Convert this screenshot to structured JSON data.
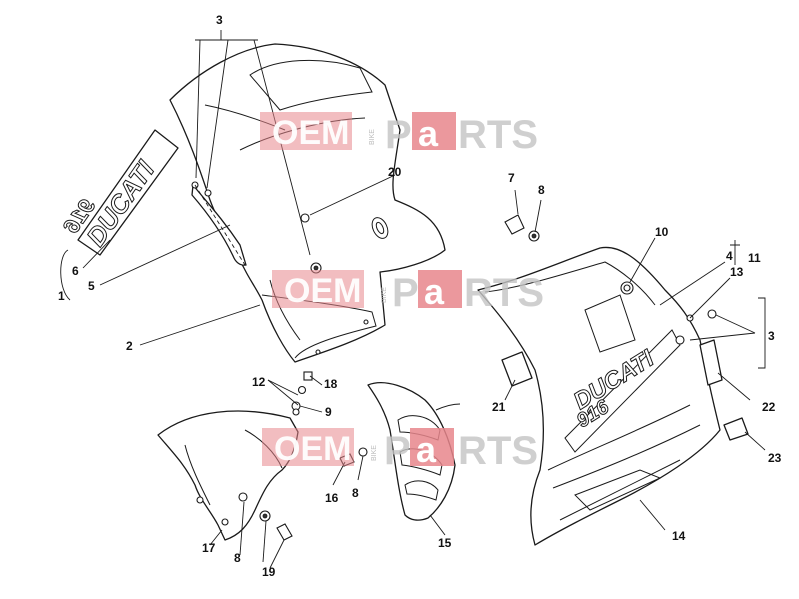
{
  "diagram": {
    "decal_text": {
      "brand": "DUCATI",
      "model": "916"
    },
    "watermark": {
      "part1": "OEM",
      "part2": "BIKE",
      "part3": "P",
      "part4": "a",
      "part5": "RTS"
    },
    "callouts": [
      {
        "id": "c1",
        "text": "1"
      },
      {
        "id": "c2",
        "text": "2"
      },
      {
        "id": "c3a",
        "text": "3"
      },
      {
        "id": "c3b",
        "text": "3"
      },
      {
        "id": "c4",
        "text": "4"
      },
      {
        "id": "c5",
        "text": "5"
      },
      {
        "id": "c6",
        "text": "6"
      },
      {
        "id": "c7",
        "text": "7"
      },
      {
        "id": "c8a",
        "text": "8"
      },
      {
        "id": "c8b",
        "text": "8"
      },
      {
        "id": "c8c",
        "text": "8"
      },
      {
        "id": "c9",
        "text": "9"
      },
      {
        "id": "c10",
        "text": "10"
      },
      {
        "id": "c11",
        "text": "11"
      },
      {
        "id": "c12",
        "text": "12"
      },
      {
        "id": "c13",
        "text": "13"
      },
      {
        "id": "c14",
        "text": "14"
      },
      {
        "id": "c15",
        "text": "15"
      },
      {
        "id": "c16",
        "text": "16"
      },
      {
        "id": "c17",
        "text": "17"
      },
      {
        "id": "c18",
        "text": "18"
      },
      {
        "id": "c19",
        "text": "19"
      },
      {
        "id": "c20",
        "text": "20"
      },
      {
        "id": "c21",
        "text": "21"
      },
      {
        "id": "c22",
        "text": "22"
      },
      {
        "id": "c23",
        "text": "23"
      }
    ]
  }
}
